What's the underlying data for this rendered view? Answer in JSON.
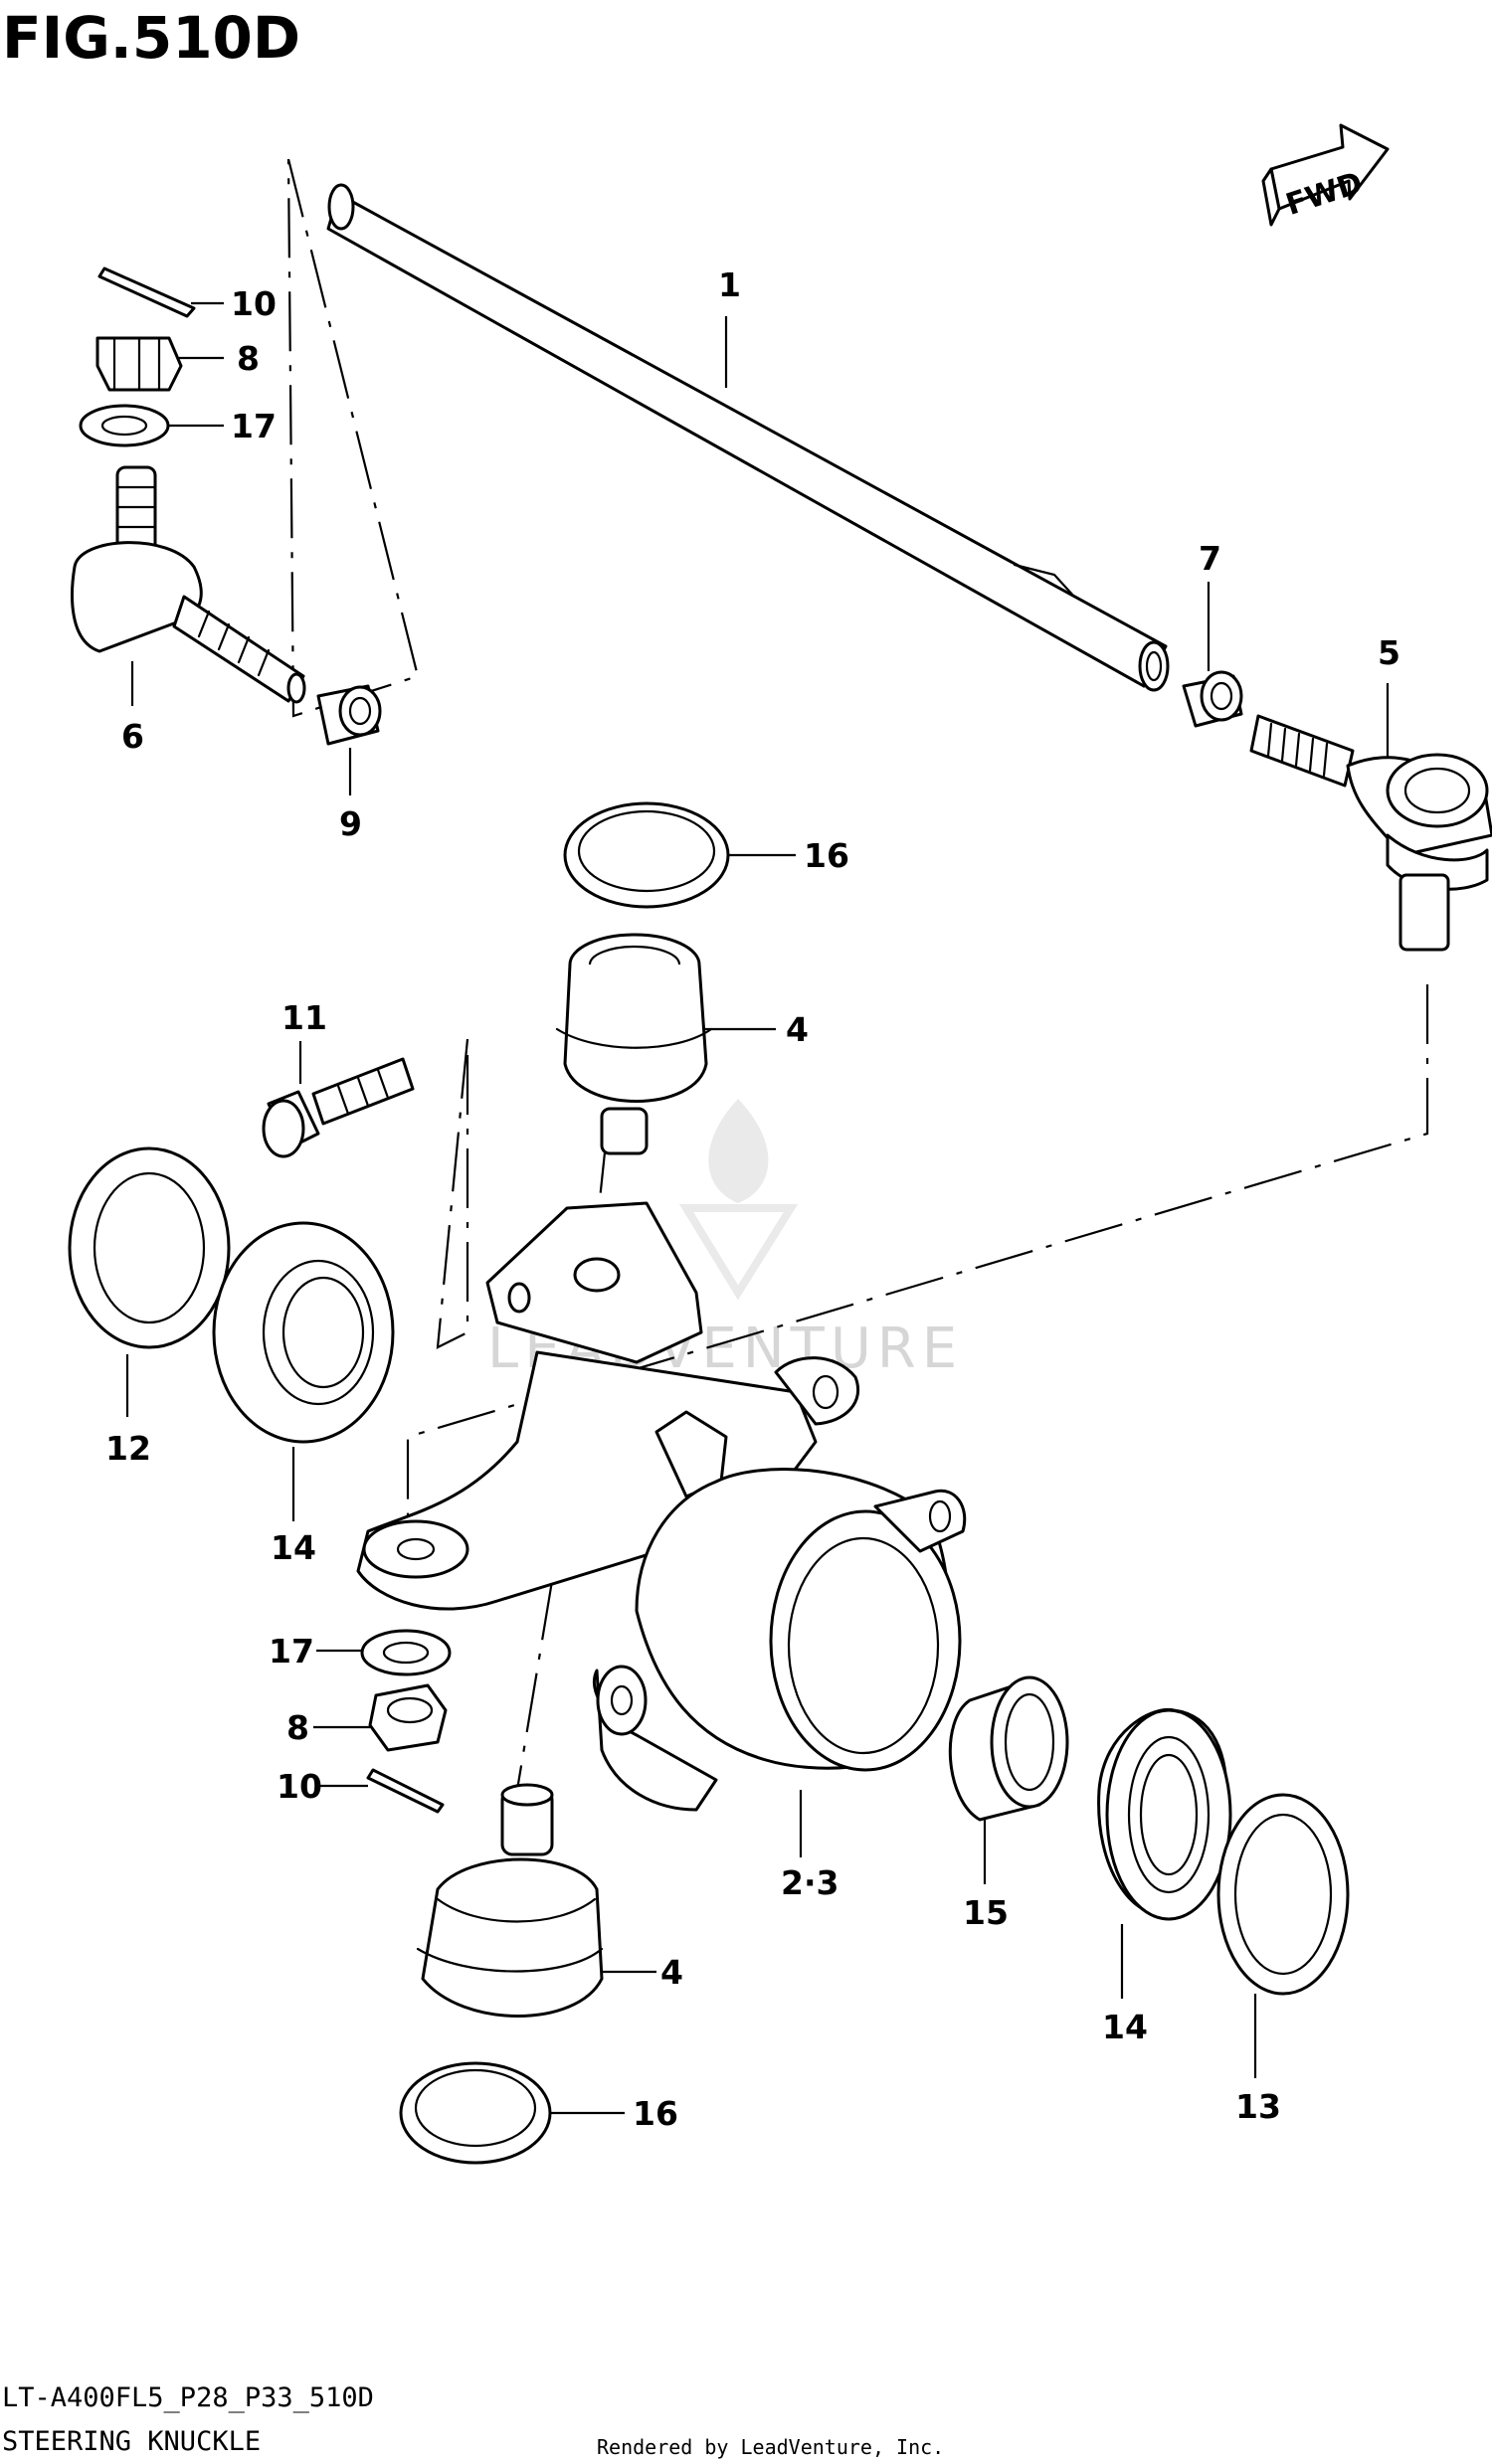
{
  "figure": {
    "title": "FIG.510D",
    "model_code": "LT-A400FL5_P28_P33_510D",
    "name": "STEERING KNUCKLE",
    "credit": "Rendered by LeadVenture, Inc.",
    "watermark": "LEADVENTURE",
    "direction_badge": "FWD"
  },
  "callouts": {
    "c1": "1",
    "c2_3": "2·3",
    "c4_upper": "4",
    "c4_lower": "4",
    "c5": "5",
    "c6": "6",
    "c7": "7",
    "c8_upper": "8",
    "c8_lower": "8",
    "c9": "9",
    "c10_upper": "10",
    "c10_lower": "10",
    "c11": "11",
    "c12": "12",
    "c13": "13",
    "c14_left": "14",
    "c14_right": "14",
    "c15": "15",
    "c16_upper": "16",
    "c16_lower": "16",
    "c17_upper": "17",
    "c17_lower": "17"
  },
  "icons": {
    "fwd": "fwd-arrow-icon",
    "watermark_logo": "leadventure-flame-icon"
  },
  "colors": {
    "line": "#000000",
    "background": "#ffffff",
    "watermark": "#d6d6d6"
  }
}
